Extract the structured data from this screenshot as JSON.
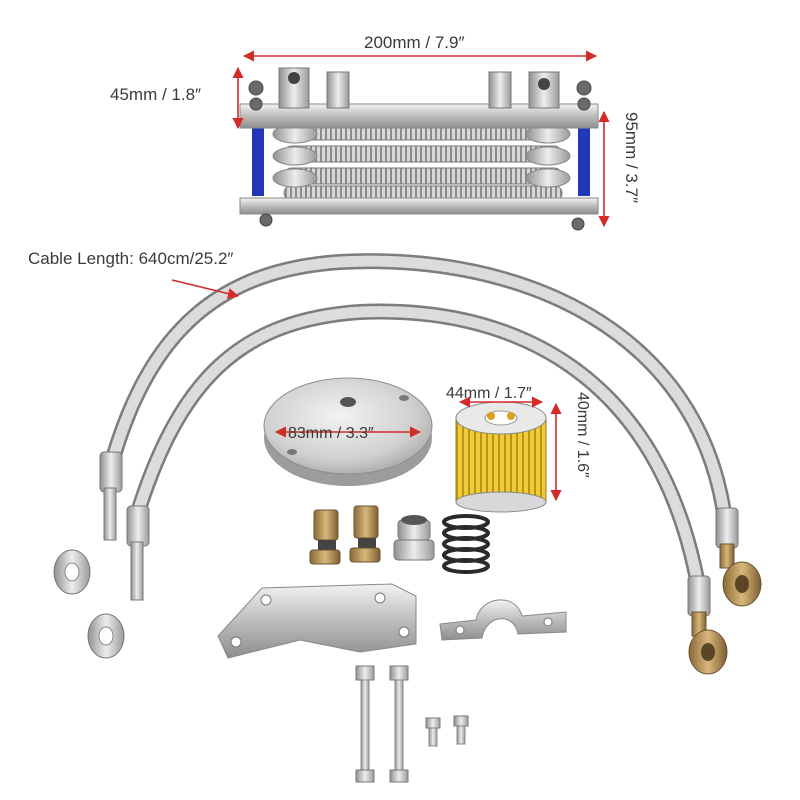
{
  "labels": {
    "width": "200mm / 7.9″",
    "height_left": "45mm / 1.8″",
    "height_right": "95mm / 3.7″",
    "cable": "Cable Length: 640cm/25.2″",
    "cap": "83mm / 3.3″",
    "filter_w": "44mm / 1.7″",
    "filter_h": "40mm / 1.6″"
  },
  "colors": {
    "arrow": "#d42a2a",
    "blue": "#2236b8",
    "steel": "#c8c8c8",
    "filter": "#e8c22a"
  }
}
